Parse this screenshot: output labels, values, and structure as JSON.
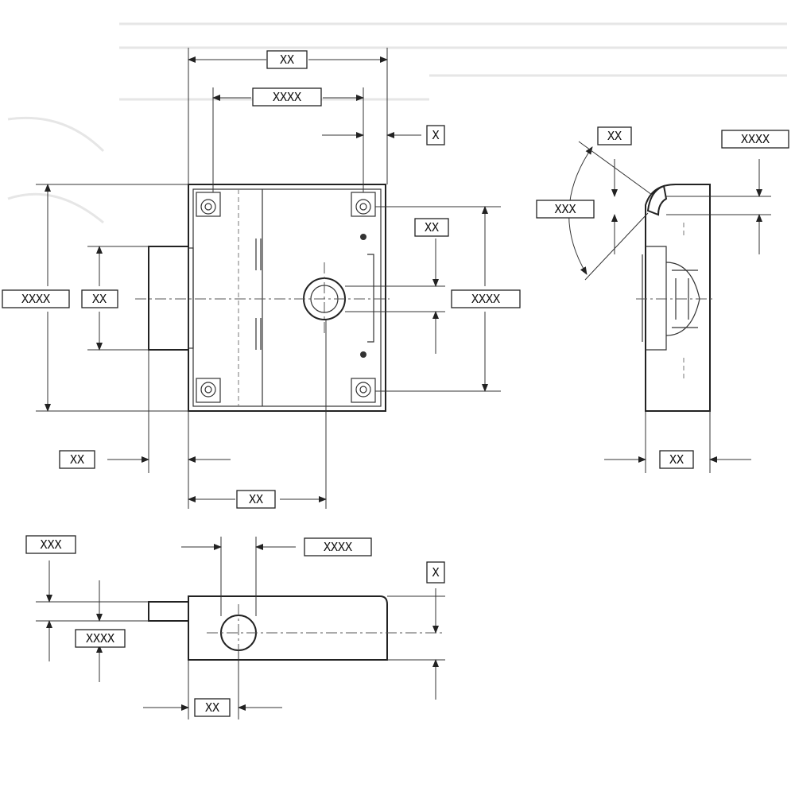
{
  "drawing": {
    "front_view": {
      "dims": {
        "top_overall": "XX",
        "top_holes": "XXXX",
        "top_offset": "X",
        "left_overall": "XXXX",
        "left_boss": "XX",
        "right_holes": "XXXX",
        "right_small": "XX",
        "bottom_boss": "XX",
        "bottom_center": "XX"
      }
    },
    "side_view": {
      "dims": {
        "angle_a": "XX",
        "angle_b": "XXX",
        "slot": "XXXX",
        "width": "XX"
      }
    },
    "bottom_view": {
      "dims": {
        "top_left": "XXX",
        "top_right": "XXXX",
        "left_mid": "XXXX",
        "bottom": "XX",
        "right": "X"
      }
    }
  }
}
